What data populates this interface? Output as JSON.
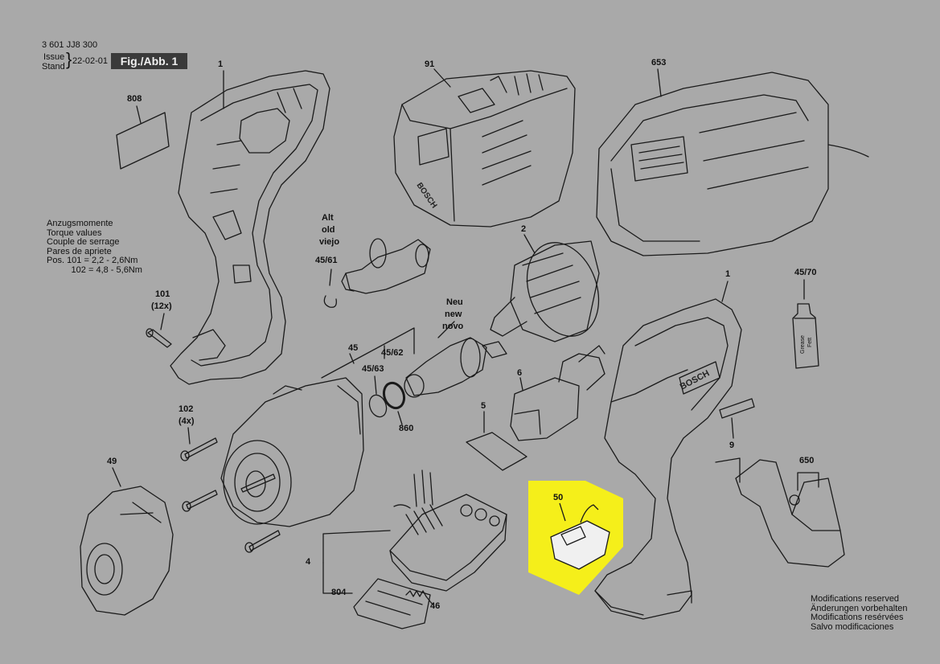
{
  "header": {
    "part_number": "3 601 JJ8 300",
    "issue_label": "Issue",
    "stand_label": "Stand",
    "date": "22-02-01",
    "figure": "Fig./Abb. 1"
  },
  "torque_note": [
    "Anzugsmomente",
    "Torque values",
    "Couple de serrage",
    "Pares de apriete",
    "Pos.  101 = 2,2 - 2,6Nm",
    "          102 = 4,8 - 5,6Nm"
  ],
  "modifications_note": [
    "Modifications reserved",
    "Änderungen vorbehalten",
    "Modifications resérvées",
    "Salvo modificaciones"
  ],
  "part_labels": {
    "p1_top": "1",
    "p808": "808",
    "p91": "91",
    "p653": "653",
    "alt_old_viejo": [
      "Alt",
      "old",
      "viejo"
    ],
    "p45_61": "45/61",
    "p2": "2",
    "p101": "101",
    "p101_qty": "(12x)",
    "neu_new_novo": [
      "Neu",
      "new",
      "novo"
    ],
    "p1_right": "1",
    "p45_70": "45/70",
    "p45": "45",
    "p45_62": "45/62",
    "p45_63": "45/63",
    "p6": "6",
    "p860": "860",
    "p102": "102",
    "p102_qty": "(4x)",
    "p5": "5",
    "p9": "9",
    "p49": "49",
    "p650": "650",
    "p50": "50",
    "p4": "4",
    "p804": "804",
    "p46": "46"
  },
  "tube_text": [
    "Grease",
    "Fett"
  ],
  "brand_text": "BOSCH",
  "colors": {
    "background": "#a9a9a9",
    "highlight": "#f5ef1a",
    "line": "#1a1a1a"
  }
}
